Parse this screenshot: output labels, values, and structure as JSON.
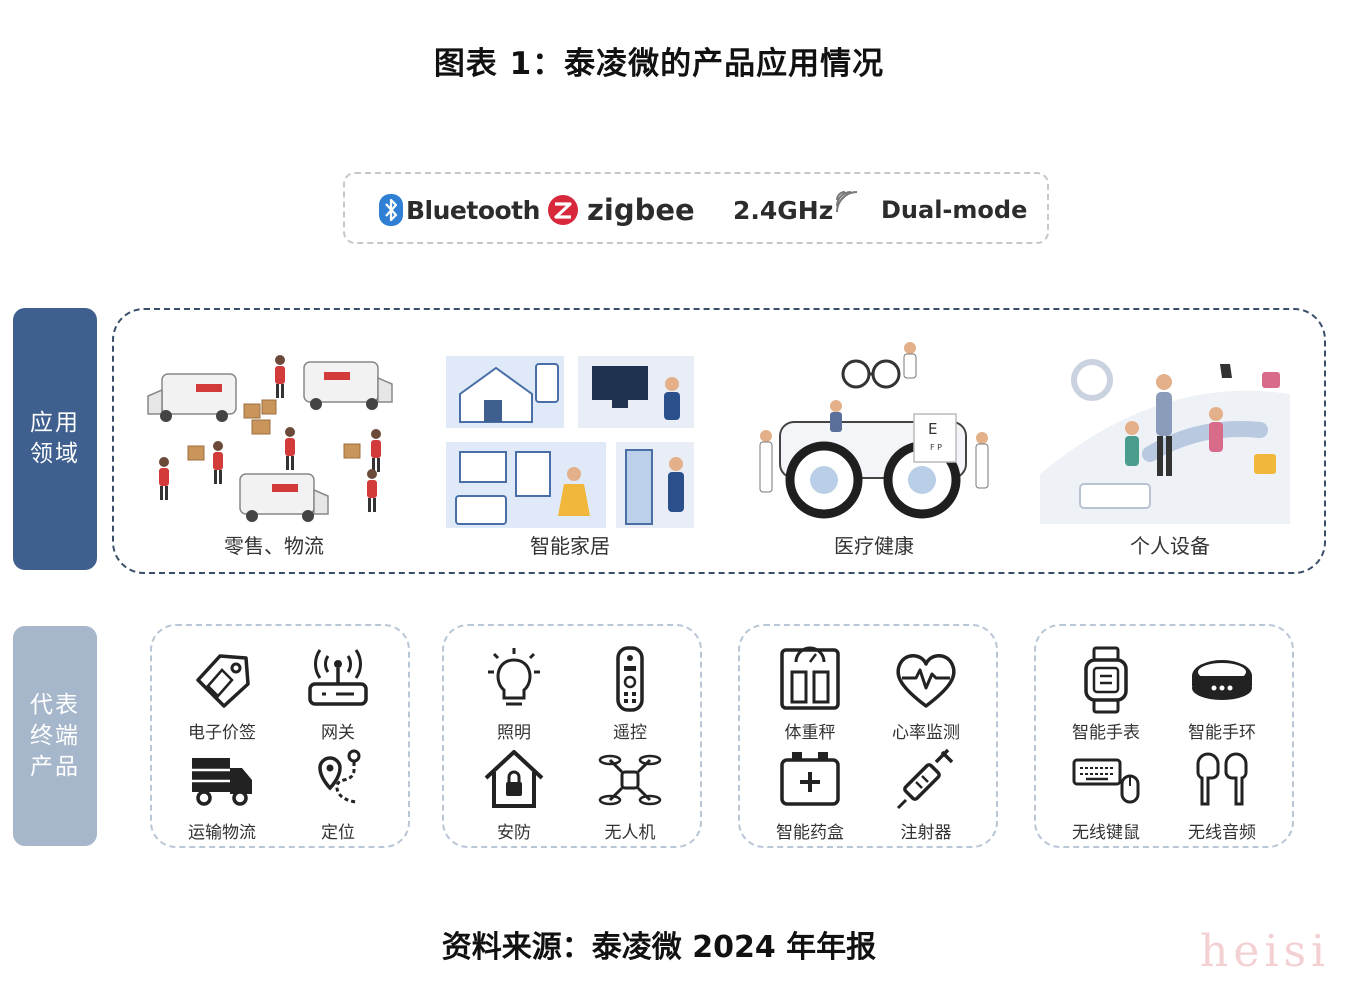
{
  "title": "图表 1：泰凌微的产品应用情况",
  "protocols": {
    "bluetooth": "Bluetooth",
    "zigbee": "zigbee",
    "ghz": "2.4GHz",
    "dual_mode": "Dual-mode"
  },
  "side_labels": {
    "application_fields": "应用领域",
    "representative_products": "代表终端产品"
  },
  "domains": [
    {
      "label": "零售、物流"
    },
    {
      "label": "智能家居"
    },
    {
      "label": "医疗健康"
    },
    {
      "label": "个人设备"
    }
  ],
  "device_groups": [
    {
      "items": [
        {
          "label": "电子价签"
        },
        {
          "label": "网关"
        },
        {
          "label": "运输物流"
        },
        {
          "label": "定位"
        }
      ]
    },
    {
      "items": [
        {
          "label": "照明"
        },
        {
          "label": "遥控"
        },
        {
          "label": "安防"
        },
        {
          "label": "无人机"
        }
      ]
    },
    {
      "items": [
        {
          "label": "体重秤"
        },
        {
          "label": "心率监测"
        },
        {
          "label": "智能药盒"
        },
        {
          "label": "注射器"
        }
      ]
    },
    {
      "items": [
        {
          "label": "智能手表"
        },
        {
          "label": "智能手环"
        },
        {
          "label": "无线键鼠"
        },
        {
          "label": "无线音频"
        }
      ]
    }
  ],
  "source": "资料来源：泰凌微 2024 年年报",
  "watermark": "heisi",
  "colors": {
    "side_dark": "#3f5f8f",
    "side_light": "#a6b7cc",
    "bluetooth_blue": "#2f7fd4",
    "zigbee_red": "#d8283c"
  }
}
